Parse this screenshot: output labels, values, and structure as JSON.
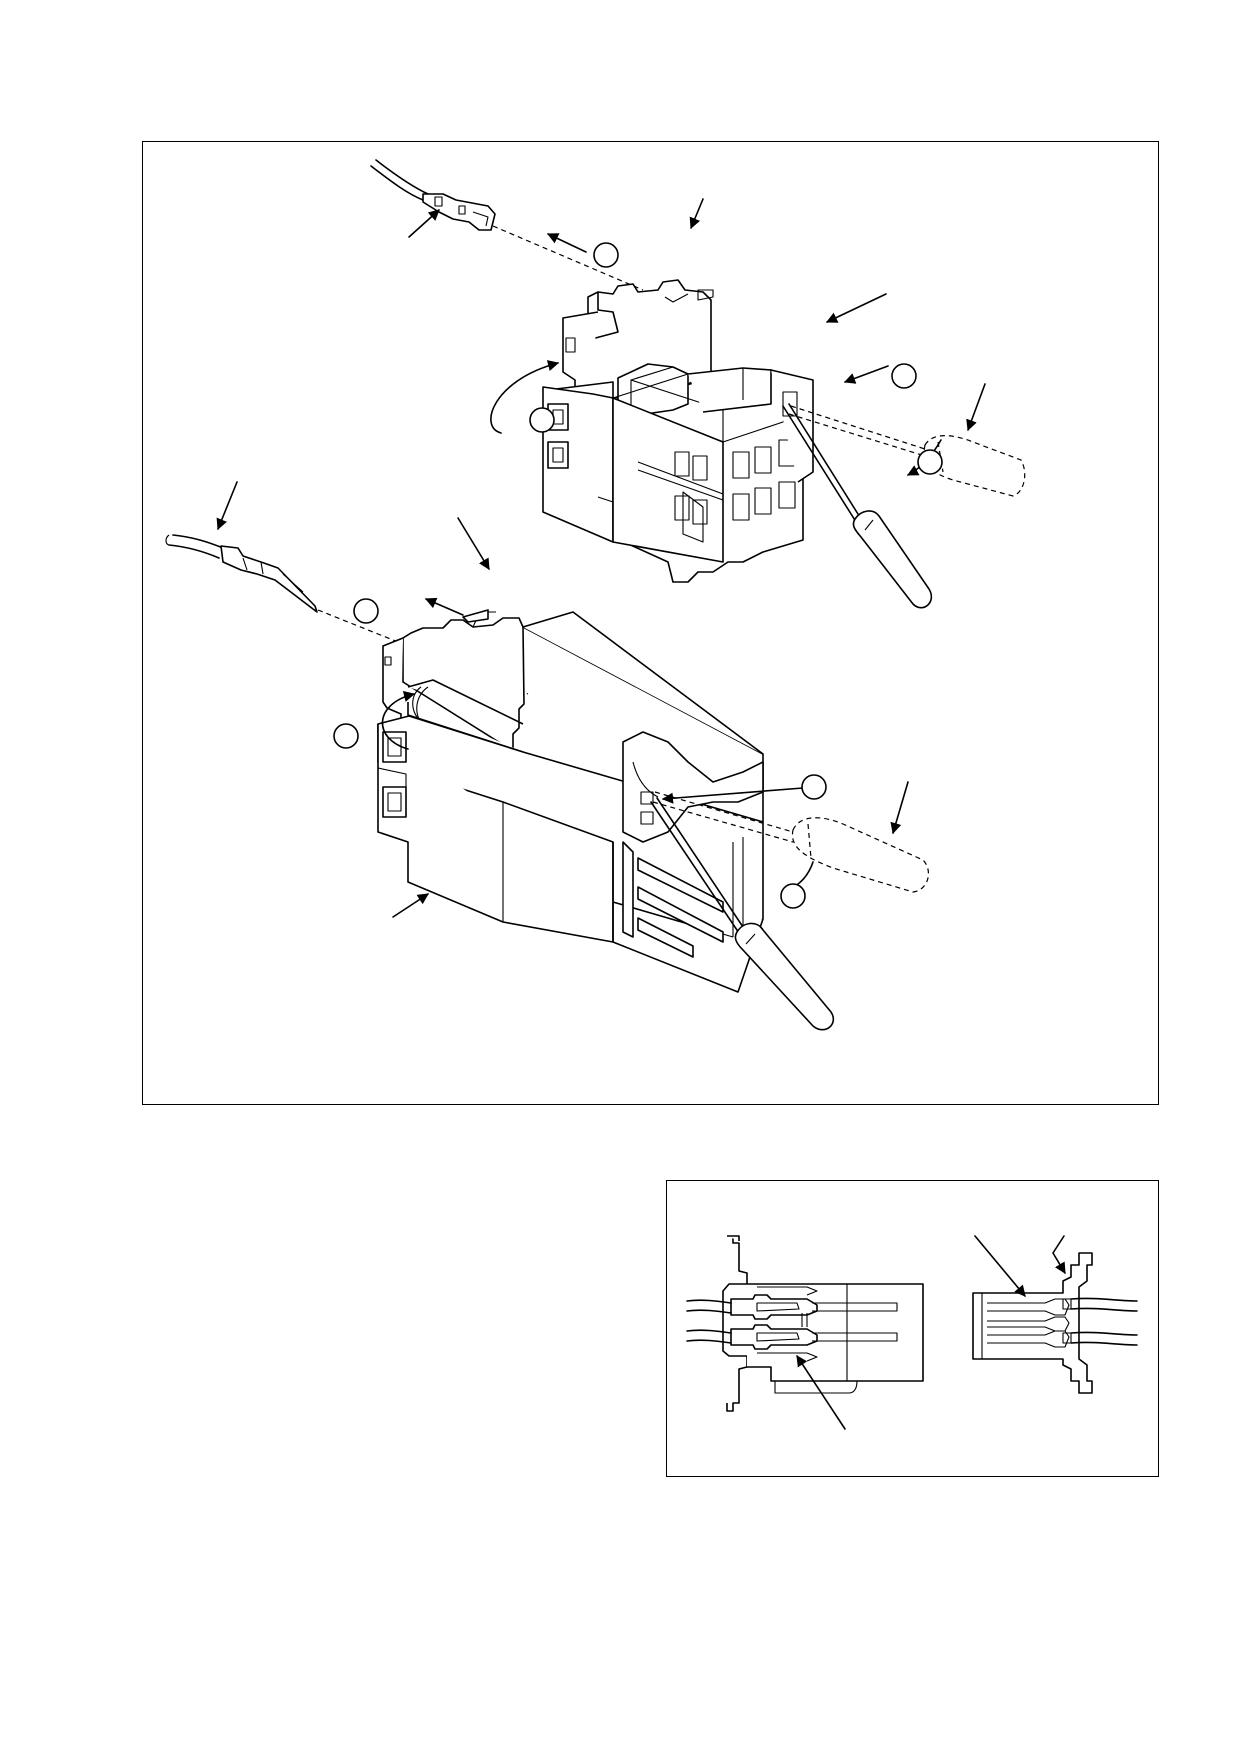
{
  "figure": {
    "main_panel": {
      "callouts": [
        {
          "id": "upper-tool-tab",
          "label": ""
        },
        {
          "id": "upper-terminal-out",
          "label": ""
        },
        {
          "id": "upper-rotate",
          "label": ""
        },
        {
          "id": "upper-screwdriver-rotate",
          "label": ""
        },
        {
          "id": "lower-terminal-out",
          "label": ""
        },
        {
          "id": "lower-rotate",
          "label": ""
        },
        {
          "id": "lower-tool-tab",
          "label": ""
        },
        {
          "id": "lower-screwdriver-rotate",
          "label": ""
        }
      ]
    },
    "section_panel": {}
  },
  "colors": {
    "line": "#000000",
    "background": "#ffffff"
  }
}
